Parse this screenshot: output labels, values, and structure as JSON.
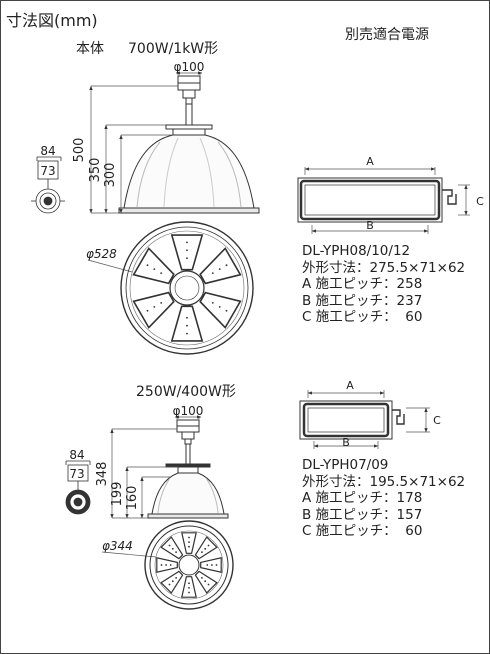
{
  "header": {
    "title": "寸法図(mm)",
    "body_label": "本体",
    "power_supply_label": "別売適合電源"
  },
  "lamp_large": {
    "power": "700W/1kW形",
    "dim_top_dia": "φ100",
    "dim_total_height": "500",
    "dim_height_350": "350",
    "dim_height_300": "300",
    "dim_bottom_dia": "φ528",
    "mount_width_84": "84",
    "mount_width_73": "73"
  },
  "lamp_small": {
    "power": "250W/400W形",
    "dim_top_dia": "φ100",
    "dim_total_height": "348",
    "dim_height_199": "199",
    "dim_height_160": "160",
    "dim_bottom_dia": "φ344",
    "mount_width_84": "84",
    "mount_width_73": "73"
  },
  "psu_large": {
    "label_a": "A",
    "label_b": "B",
    "label_c": "C",
    "model": "DL-YPH08/10/12",
    "dims": "外形寸法：275.5×71×62",
    "pitch_a": "A 施工ピッチ：258",
    "pitch_b": "B 施工ピッチ：237",
    "pitch_c": "C 施工ピッチ：  60"
  },
  "psu_small": {
    "label_a": "A",
    "label_b": "B",
    "label_c": "C",
    "model": "DL-YPH07/09",
    "dims": "外形寸法：195.5×71×62",
    "pitch_a": "A 施工ピッチ：178",
    "pitch_b": "B 施工ピッチ：157",
    "pitch_c": "C 施工ピッチ：  60"
  }
}
